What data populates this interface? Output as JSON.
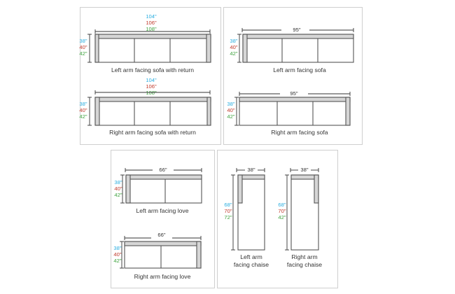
{
  "panels": {
    "left_return": {
      "caption": "Left arm facing sofa with return",
      "widths": [
        "104\"",
        "106\"",
        "108\""
      ],
      "depths": [
        "38\"",
        "40\"",
        "42\""
      ]
    },
    "left_sofa": {
      "caption": "Left arm facing sofa",
      "width": "95\"",
      "depths": [
        "38\"",
        "40\"",
        "42\""
      ]
    },
    "right_return": {
      "caption": "Right arm facing sofa with return",
      "widths": [
        "104\"",
        "106\"",
        "108\""
      ],
      "depths": [
        "38\"",
        "40\"",
        "42\""
      ]
    },
    "right_sofa": {
      "caption": "Right arm facing sofa",
      "width": "95\"",
      "depths": [
        "38\"",
        "40\"",
        "42\""
      ]
    },
    "left_love": {
      "caption": "Left arm facing love",
      "width": "66\"",
      "depths": [
        "38\"",
        "40\"",
        "42\""
      ]
    },
    "right_love": {
      "caption": "Right arm facing love",
      "width": "66\"",
      "depths": [
        "38\"",
        "40\"",
        "42\""
      ]
    },
    "left_chaise": {
      "caption_line1": "Left arm",
      "caption_line2": "facing chaise",
      "width": "38\"",
      "lengths": [
        "68\"",
        "70\"",
        "72\""
      ]
    },
    "right_chaise": {
      "caption_line1": "Right arm",
      "caption_line2": "facing chaise",
      "width": "38\"",
      "lengths": [
        "68\"",
        "70\"",
        "42\""
      ]
    }
  },
  "colors": {
    "blue": "#2aaee0",
    "red": "#c0392b",
    "green": "#3ea33e",
    "arm_fill": "#d6d6d6"
  }
}
